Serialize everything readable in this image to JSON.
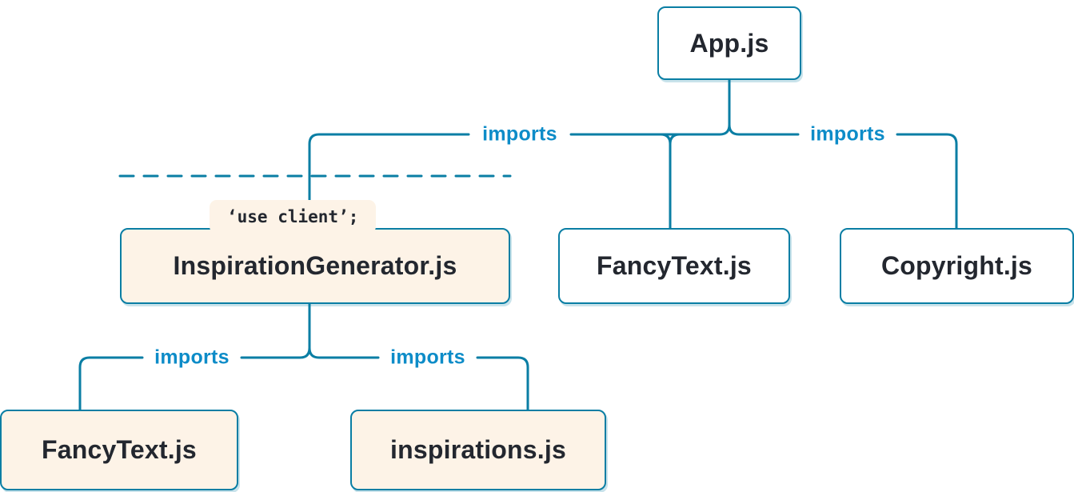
{
  "diagram": {
    "title": "module-dependency-tree",
    "colors": {
      "line": "#0a7ea4",
      "edge_label": "#0d8cc8",
      "box_border": "#0a7ea4",
      "box_text": "#23272f",
      "client_box_bg": "#fdf3e7",
      "server_box_bg": "#ffffff"
    },
    "nodes": {
      "app": {
        "label": "App.js",
        "type": "server"
      },
      "inspiration_generator": {
        "label": "InspirationGenerator.js",
        "type": "client",
        "directive": "‘use client’;"
      },
      "fancy_text_top": {
        "label": "FancyText.js",
        "type": "server"
      },
      "copyright": {
        "label": "Copyright.js",
        "type": "server"
      },
      "fancy_text_bottom": {
        "label": "FancyText.js",
        "type": "client"
      },
      "inspirations": {
        "label": "inspirations.js",
        "type": "client"
      }
    },
    "edge_labels": {
      "app_to_inspiration": "imports",
      "app_to_copyright": "imports",
      "inspiration_to_fancytext": "imports",
      "inspiration_to_inspirations": "imports"
    }
  }
}
